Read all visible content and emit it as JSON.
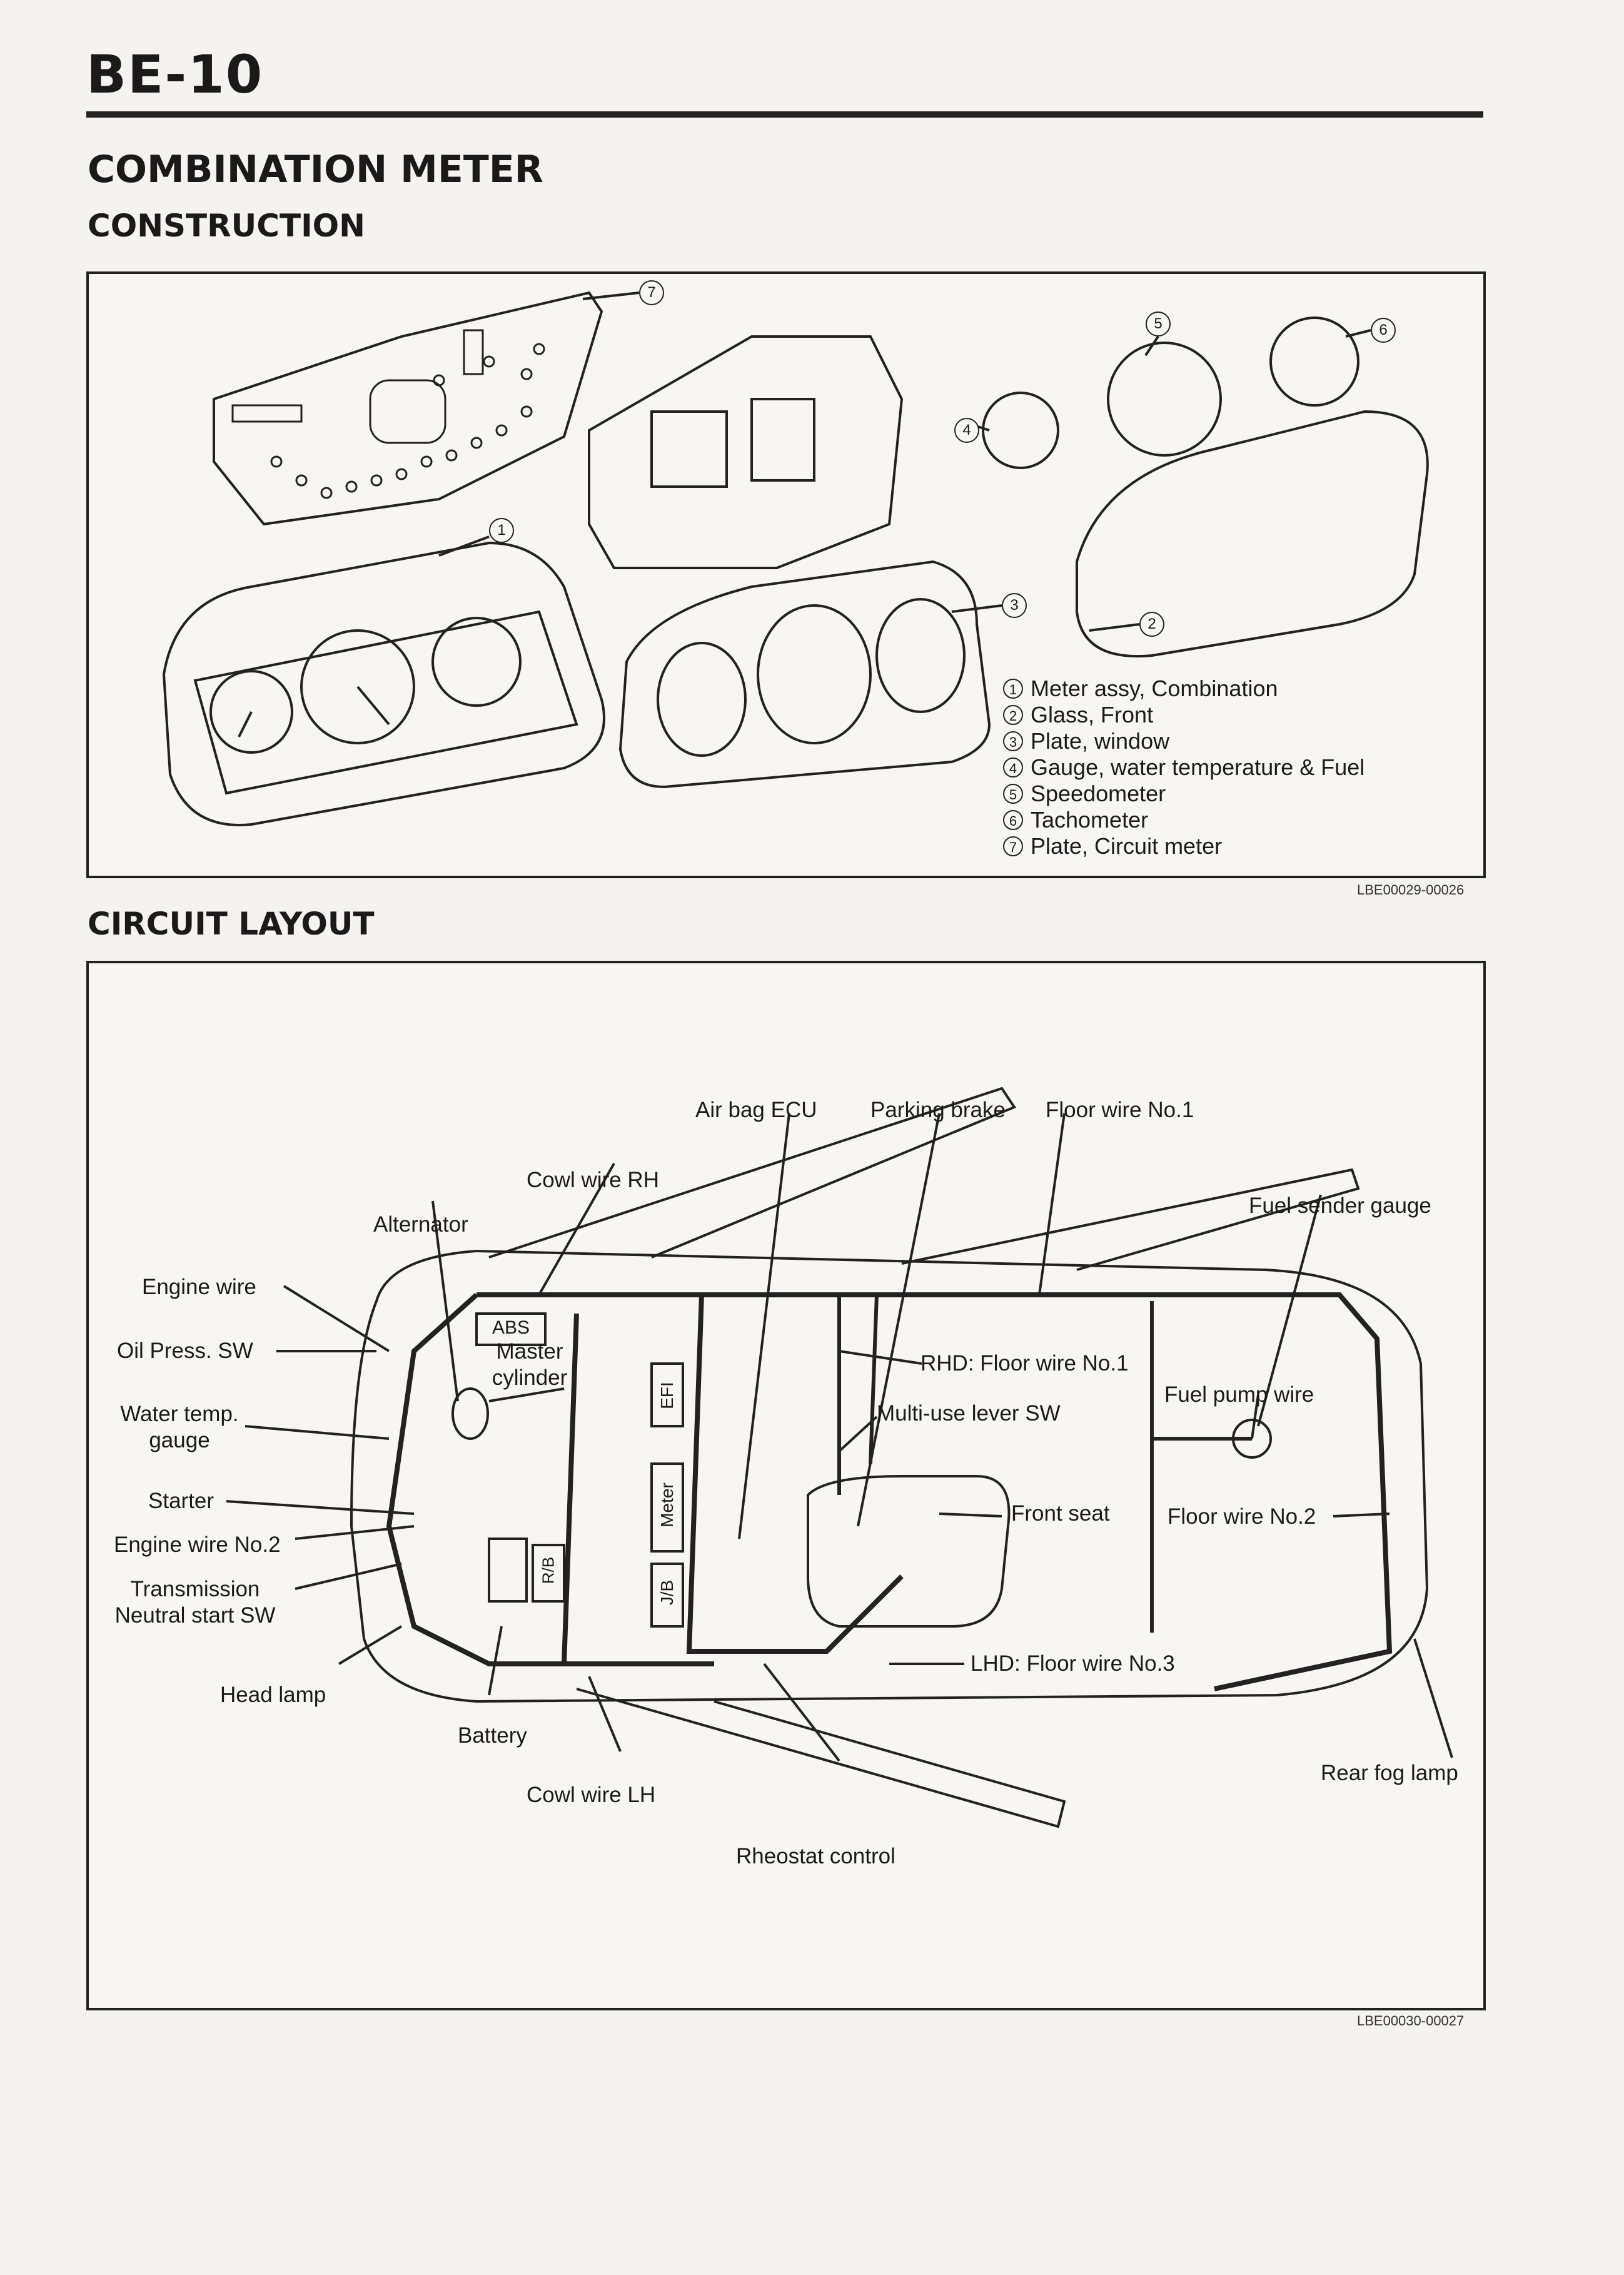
{
  "page_code": "BE-10",
  "section_title": "COMBINATION METER",
  "construction_heading": "CONSTRUCTION",
  "circuit_heading": "CIRCUIT LAYOUT",
  "construction": {
    "legend": [
      {
        "num": "1",
        "text": "Meter assy, Combination"
      },
      {
        "num": "2",
        "text": "Glass, Front"
      },
      {
        "num": "3",
        "text": "Plate, window"
      },
      {
        "num": "4",
        "text": "Gauge, water temperature & Fuel"
      },
      {
        "num": "5",
        "text": "Speedometer"
      },
      {
        "num": "6",
        "text": "Tachometer"
      },
      {
        "num": "7",
        "text": "Plate, Circuit meter"
      }
    ],
    "figure_code": "LBE00029-00026"
  },
  "circuit": {
    "figure_code": "LBE00030-00027",
    "labels": {
      "air_bag_ecu": "Air bag ECU",
      "parking_brake": "Parking brake",
      "floor_wire_no1": "Floor wire No.1",
      "cowl_wire_rh": "Cowl wire RH",
      "fuel_sender_gauge": "Fuel sender gauge",
      "alternator": "Alternator",
      "engine_wire": "Engine wire",
      "rhd_floor_wire_no1": "RHD: Floor wire No.1",
      "oil_press_sw": "Oil Press. SW",
      "master_cylinder_1": "Master",
      "master_cylinder_2": "cylinder",
      "fuel_pump_wire": "Fuel pump wire",
      "multi_use_lever_sw": "Multi-use lever SW",
      "water_temp_gauge_1": "Water temp.",
      "water_temp_gauge_2": "gauge",
      "front_seat": "Front seat",
      "starter": "Starter",
      "floor_wire_no2": "Floor wire No.2",
      "engine_wire_no2": "Engine wire No.2",
      "transmission_1": "Transmission",
      "transmission_2": "Neutral start SW",
      "lhd_floor_wire_no3": "LHD: Floor wire No.3",
      "head_lamp": "Head lamp",
      "battery": "Battery",
      "rear_fog_lamp": "Rear fog lamp",
      "cowl_wire_lh": "Cowl wire LH",
      "rheostat_control": "Rheostat control"
    },
    "components": {
      "abs": "ABS",
      "efi": "EFI",
      "meter": "Meter",
      "jb": "J/B",
      "rb": "R/B"
    }
  }
}
